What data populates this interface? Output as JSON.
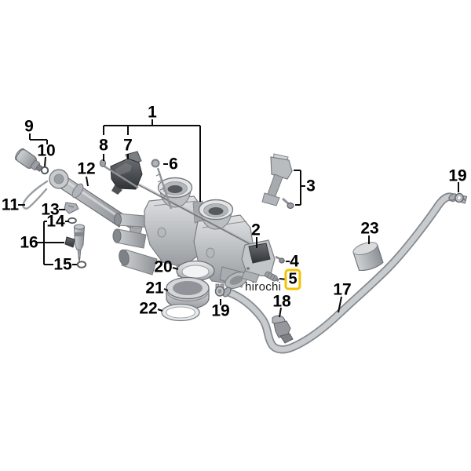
{
  "diagram": {
    "type": "exploded-parts-diagram",
    "subject": "motorcycle throttle body assembly",
    "background": "#ffffff",
    "line_color": "#000000"
  },
  "watermark": {
    "text": "hirochi",
    "color": "#1c1c1c"
  },
  "highlight": {
    "part": "5",
    "box_color": "#f2c300"
  },
  "parts": [
    {
      "label": "1"
    },
    {
      "label": "2"
    },
    {
      "label": "3"
    },
    {
      "label": "4"
    },
    {
      "label": "5"
    },
    {
      "label": "6"
    },
    {
      "label": "7"
    },
    {
      "label": "8"
    },
    {
      "label": "9"
    },
    {
      "label": "10"
    },
    {
      "label": "11"
    },
    {
      "label": "12"
    },
    {
      "label": "13"
    },
    {
      "label": "14"
    },
    {
      "label": "15"
    },
    {
      "label": "16"
    },
    {
      "label": "17"
    },
    {
      "label": "18"
    },
    {
      "label": "19"
    },
    {
      "label": "19"
    },
    {
      "label": "20"
    },
    {
      "label": "21"
    },
    {
      "label": "22"
    },
    {
      "label": "23"
    }
  ]
}
